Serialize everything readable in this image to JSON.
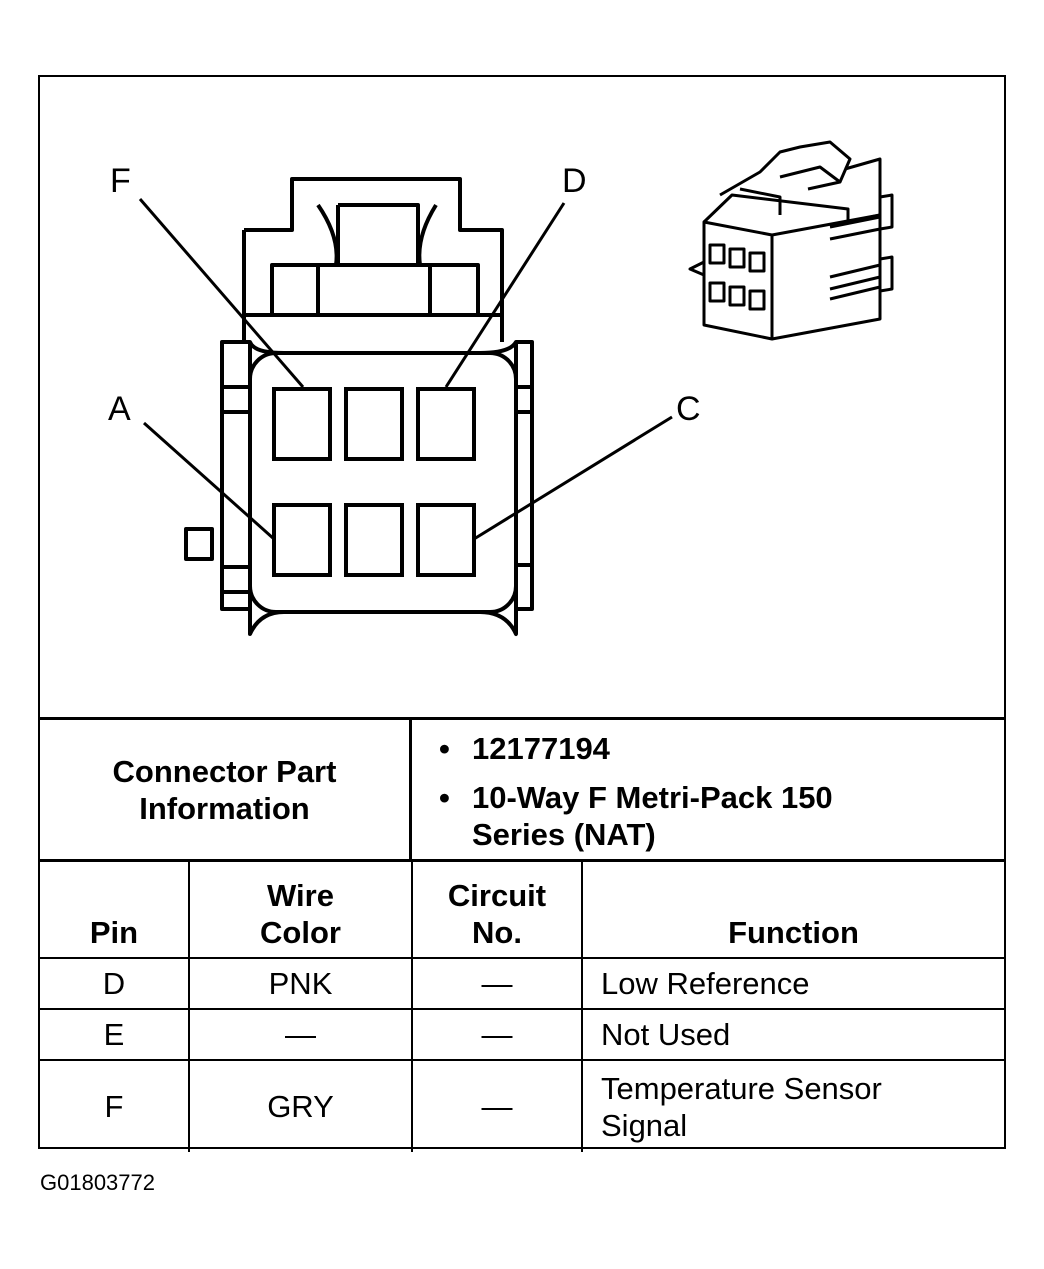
{
  "diagram": {
    "pin_labels": [
      "F",
      "D",
      "A",
      "C"
    ]
  },
  "connector_info": {
    "label": "Connector Part Information",
    "items": [
      "12177194",
      "10-Way F Metri-Pack 150 Series (NAT)"
    ]
  },
  "table": {
    "headers": [
      "Pin",
      "Wire Color",
      "Circuit No.",
      "Function"
    ],
    "rows": [
      {
        "pin": "D",
        "wire_color": "PNK",
        "circuit": "—",
        "function": "Low Reference"
      },
      {
        "pin": "E",
        "wire_color": "—",
        "circuit": "—",
        "function": "Not Used"
      },
      {
        "pin": "F",
        "wire_color": "GRY",
        "circuit": "—",
        "function": "Temperature Sensor Signal"
      }
    ]
  },
  "figure_id": "G01803772"
}
